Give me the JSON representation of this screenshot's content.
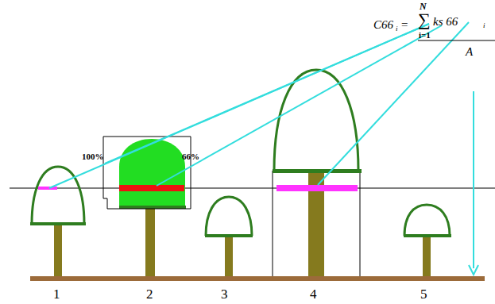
{
  "diagram": {
    "labels": [
      "1",
      "2",
      "3",
      "4",
      "5",
      "100%",
      "66%",
      "N",
      "∑",
      "ks 66",
      "i",
      "C66",
      "i",
      "=",
      "i=1",
      "A"
    ]
  }
}
